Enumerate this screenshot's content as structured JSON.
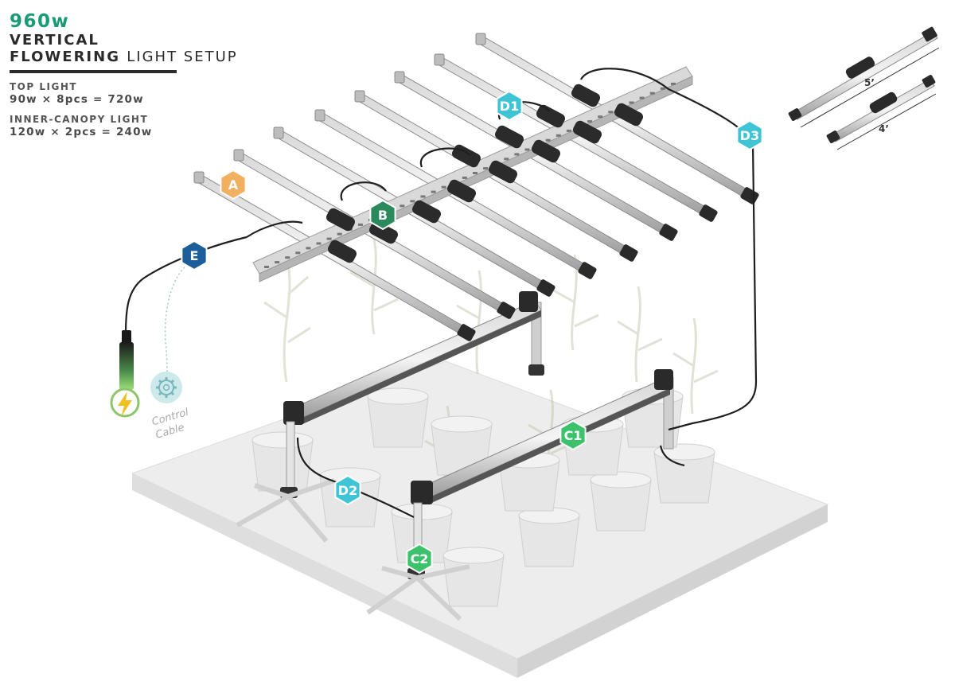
{
  "header": {
    "wattage": "960w",
    "title_line1": "VERTICAL",
    "title_line2_bold": "FLOWERING",
    "title_line2_light": "LIGHT SETUP",
    "accent_color": "#1a9b78"
  },
  "specs": [
    {
      "label": "TOP LIGHT",
      "value": "90w × 8pcs = 720w"
    },
    {
      "label": "INNER-CANOPY LIGHT",
      "value": "120w × 2pcs = 240w"
    }
  ],
  "badges": [
    {
      "text": "A",
      "color": "#f0b060"
    },
    {
      "text": "B",
      "color": "#2a8a5c"
    },
    {
      "text": "D1",
      "color": "#3ec4d4"
    },
    {
      "text": "D3",
      "color": "#3ec4d4"
    },
    {
      "text": "E",
      "color": "#1b5e9a"
    },
    {
      "text": "C1",
      "color": "#3cc26a"
    },
    {
      "text": "D2",
      "color": "#3ec4d4"
    },
    {
      "text": "C2",
      "color": "#3cc26a"
    }
  ],
  "control_cable": {
    "line1": "Control",
    "line2": "Cable"
  },
  "inset": {
    "length_5": "5’",
    "length_4": "4’"
  },
  "icons": [
    "power-plug-icon",
    "lightning-icon",
    "gear-icon"
  ]
}
